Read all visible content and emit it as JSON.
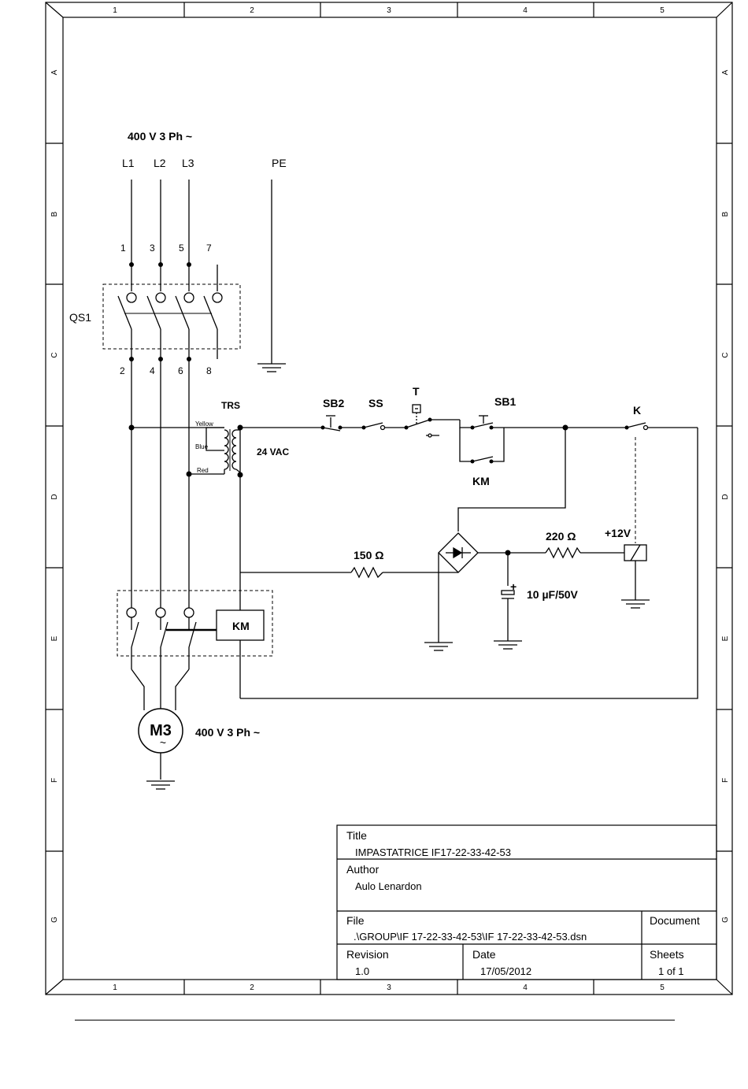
{
  "grid": {
    "columns": [
      "1",
      "2",
      "3",
      "4",
      "5"
    ],
    "rows": [
      "A",
      "B",
      "C",
      "D",
      "E",
      "F",
      "G"
    ]
  },
  "supply": {
    "title": "400 V 3 Ph ~",
    "phases": [
      "L1",
      "L2",
      "L3"
    ],
    "earth": "PE"
  },
  "qs1": {
    "label": "QS1",
    "top_terminals": [
      "1",
      "3",
      "5",
      "7"
    ],
    "bottom_terminals": [
      "2",
      "4",
      "6",
      "8"
    ]
  },
  "transformer": {
    "label": "TRS",
    "taps": [
      "Yellow",
      "Blue",
      "Red"
    ],
    "secondary": "24 VAC"
  },
  "control": {
    "sb2": "SB2",
    "ss": "SS",
    "t": "T",
    "sb1": "SB1",
    "km_aux": "KM",
    "k": "K"
  },
  "components": {
    "r1": "150 Ω",
    "r2": "220 Ω",
    "cap": "10 µF/50V",
    "relay_supply": "+12V",
    "contactor": "KM",
    "cap_plus": "+"
  },
  "motor": {
    "label": "M3",
    "symbol": "~",
    "rating": "400 V 3 Ph ~"
  },
  "title_block": {
    "title_head": "Title",
    "title": "IMPASTATRICE IF17-22-33-42-53",
    "author_head": "Author",
    "author": "Aulo Lenardon",
    "file_head": "File",
    "file": ".\\GROUP\\IF 17-22-33-42-53\\IF 17-22-33-42-53.dsn",
    "document_head": "Document",
    "revision_head": "Revision",
    "revision": "1.0",
    "date_head": "Date",
    "date": "17/05/2012",
    "sheets_head": "Sheets",
    "sheets": "1 of 1"
  }
}
